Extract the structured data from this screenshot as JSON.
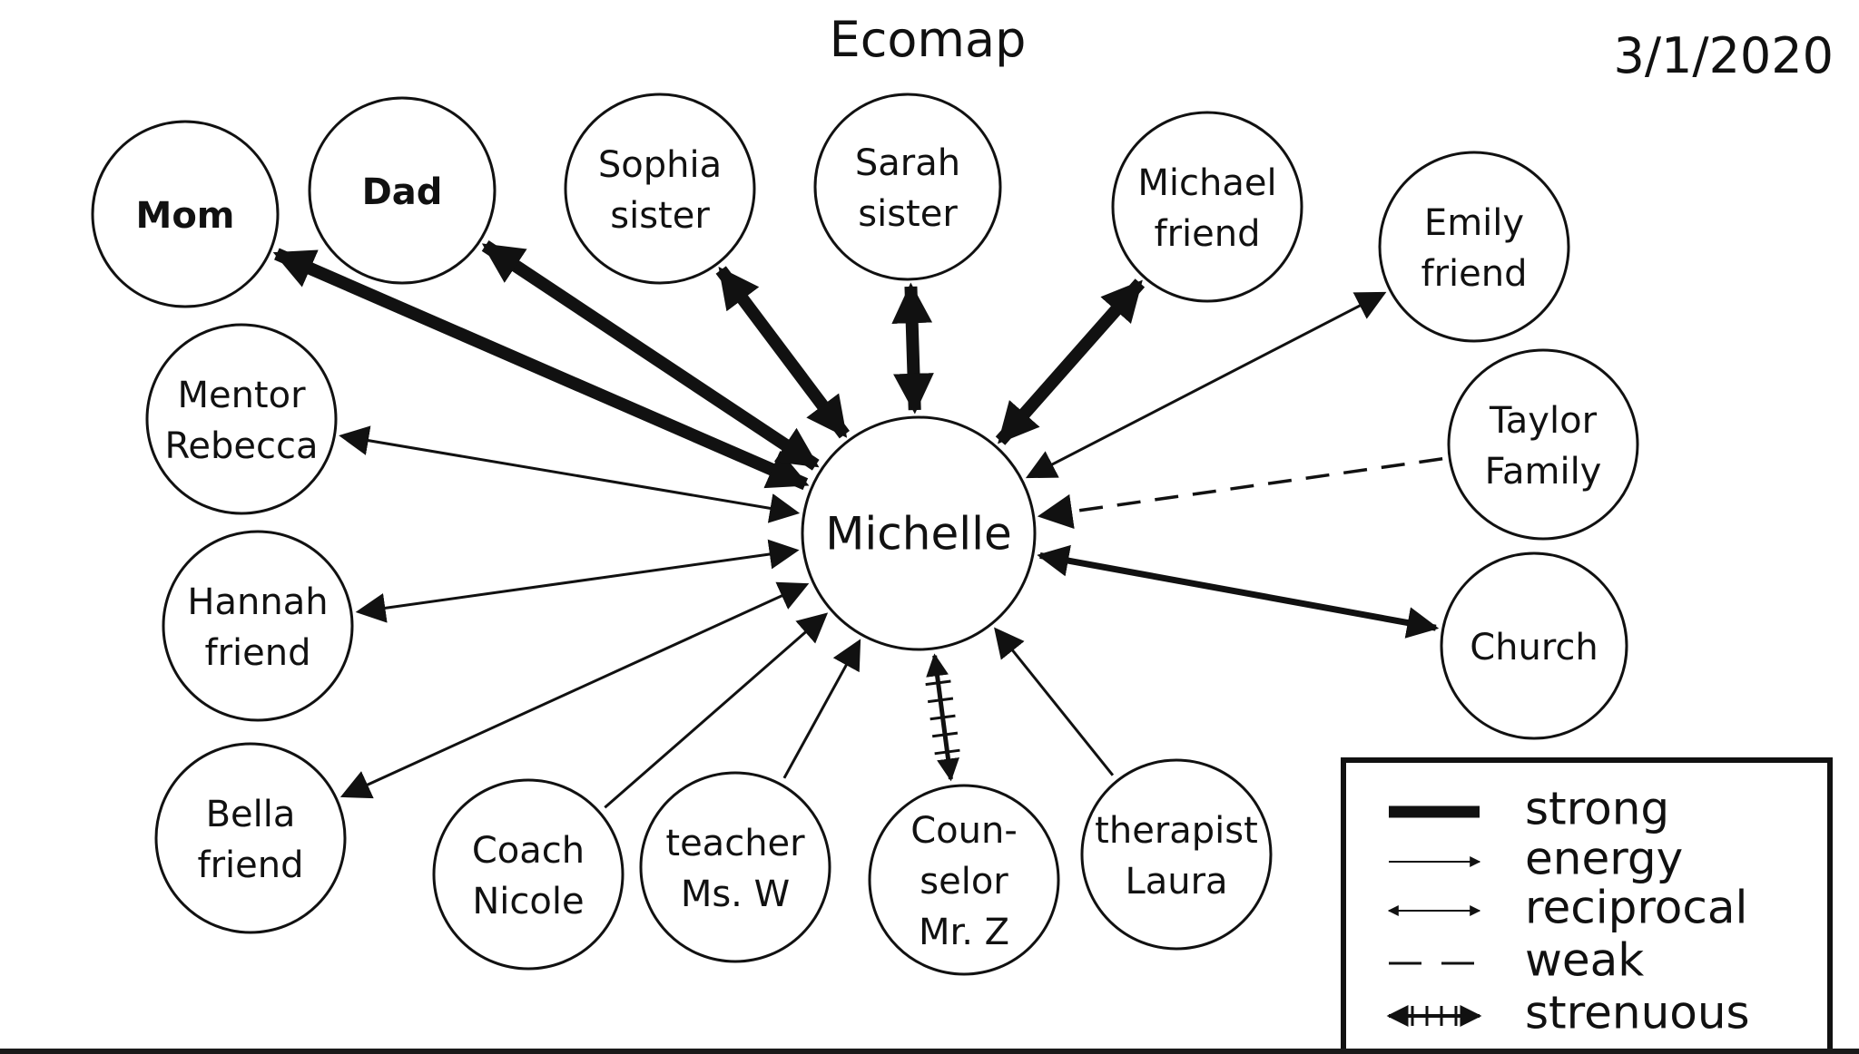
{
  "title": "Ecomap",
  "date": "3/1/2020",
  "center": {
    "label": "Michelle"
  },
  "nodes": [
    {
      "id": "mom",
      "lines": [
        "Mom"
      ],
      "bold": true
    },
    {
      "id": "dad",
      "lines": [
        "Dad"
      ],
      "bold": true
    },
    {
      "id": "sophia",
      "lines": [
        "Sophia",
        "sister"
      ]
    },
    {
      "id": "sarah",
      "lines": [
        "Sarah",
        "sister"
      ]
    },
    {
      "id": "michael",
      "lines": [
        "Michael",
        "friend"
      ]
    },
    {
      "id": "emily",
      "lines": [
        "Emily",
        "friend"
      ]
    },
    {
      "id": "taylor",
      "lines": [
        "Taylor",
        "Family"
      ]
    },
    {
      "id": "church",
      "lines": [
        "Church"
      ]
    },
    {
      "id": "mentor",
      "lines": [
        "Mentor",
        "Rebecca"
      ]
    },
    {
      "id": "hannah",
      "lines": [
        "Hannah",
        "friend"
      ]
    },
    {
      "id": "bella",
      "lines": [
        "Bella",
        "friend"
      ]
    },
    {
      "id": "coach",
      "lines": [
        "Coach",
        "Nicole"
      ]
    },
    {
      "id": "teacher",
      "lines": [
        "teacher",
        "Ms. W"
      ]
    },
    {
      "id": "counselor",
      "lines": [
        "Coun-",
        "selor",
        "Mr. Z"
      ]
    },
    {
      "id": "therapist",
      "lines": [
        "therapist",
        "Laura"
      ]
    }
  ],
  "connections": [
    {
      "node": "mom",
      "type": "strong",
      "direction": "reciprocal"
    },
    {
      "node": "dad",
      "type": "strong",
      "direction": "reciprocal"
    },
    {
      "node": "sophia",
      "type": "strong",
      "direction": "reciprocal"
    },
    {
      "node": "sarah",
      "type": "strong",
      "direction": "reciprocal"
    },
    {
      "node": "michael",
      "type": "strong",
      "direction": "reciprocal"
    },
    {
      "node": "emily",
      "type": "normal",
      "direction": "reciprocal"
    },
    {
      "node": "taylor",
      "type": "weak",
      "direction": "to-center"
    },
    {
      "node": "church",
      "type": "medium",
      "direction": "reciprocal"
    },
    {
      "node": "mentor",
      "type": "normal",
      "direction": "reciprocal"
    },
    {
      "node": "hannah",
      "type": "normal",
      "direction": "reciprocal"
    },
    {
      "node": "bella",
      "type": "normal",
      "direction": "reciprocal"
    },
    {
      "node": "coach",
      "type": "normal",
      "direction": "to-center"
    },
    {
      "node": "teacher",
      "type": "normal",
      "direction": "to-center"
    },
    {
      "node": "counselor",
      "type": "strenuous",
      "direction": "reciprocal"
    },
    {
      "node": "therapist",
      "type": "normal",
      "direction": "to-center"
    }
  ],
  "legend": [
    {
      "key": "strong",
      "label": "strong"
    },
    {
      "key": "energy",
      "label": "energy"
    },
    {
      "key": "reciprocal",
      "label": "reciprocal"
    },
    {
      "key": "weak",
      "label": "weak"
    },
    {
      "key": "strenuous",
      "label": "strenuous"
    }
  ]
}
